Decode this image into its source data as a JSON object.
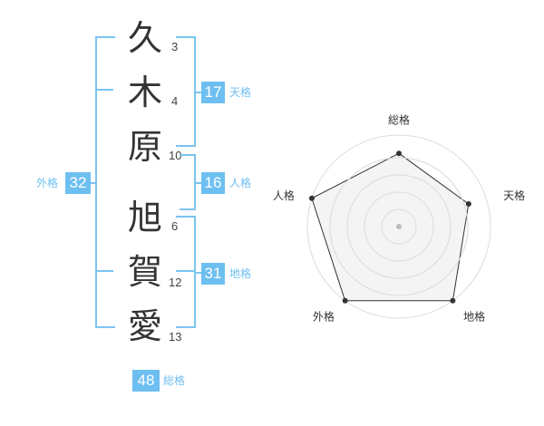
{
  "name": {
    "characters": [
      {
        "char": "久",
        "strokes": "3"
      },
      {
        "char": "木",
        "strokes": "4"
      },
      {
        "char": "原",
        "strokes": "10"
      },
      {
        "char": "旭",
        "strokes": "6"
      },
      {
        "char": "賀",
        "strokes": "12"
      },
      {
        "char": "愛",
        "strokes": "13"
      }
    ]
  },
  "fortune": {
    "tenkaku": {
      "value": "17",
      "label": "天格"
    },
    "jinkaku": {
      "value": "16",
      "label": "人格"
    },
    "chikaku": {
      "value": "31",
      "label": "地格"
    },
    "gaikaku": {
      "value": "32",
      "label": "外格"
    },
    "soukaku": {
      "value": "48",
      "label": "総格"
    }
  },
  "chart_data": {
    "type": "radar",
    "axes": [
      "総格",
      "天格",
      "地格",
      "外格",
      "人格"
    ],
    "values": [
      0.8,
      0.8,
      1.0,
      1.0,
      1.0
    ],
    "range": [
      0,
      1
    ],
    "rings": 4,
    "colors": {
      "fill": "#f0f0f0",
      "ring": "#dcdcdc",
      "line": "#333333",
      "point": "#333333",
      "center": "#bbbbbb"
    }
  }
}
